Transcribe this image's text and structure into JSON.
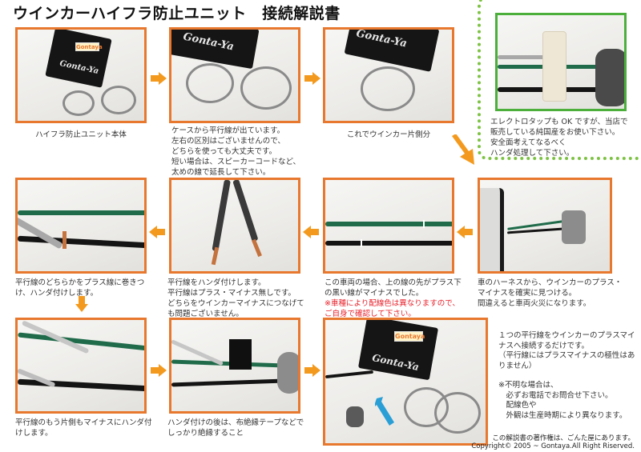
{
  "document": {
    "title": "ウインカーハイフラ防止ユニット　接続解説書",
    "accent_color": "#e8782e",
    "arrow_color": "#f39a1e",
    "tip_border_color": "#7cc242",
    "warning_color": "#e8202a"
  },
  "steps": [
    {
      "id": 1,
      "image": "unit-with-cable-coils",
      "caption_lines": [
        "ハイフラ防止ユニット本体"
      ]
    },
    {
      "id": 2,
      "image": "unit-two-cable-coils",
      "caption_lines": [
        "ケースから平行線が出ています。",
        "左右の区別はございませんので、",
        "どちらを使っても大丈夫です。",
        "短い場合は、スピーカーコードなど、",
        "太めの線で延長して下さい。"
      ]
    },
    {
      "id": 3,
      "image": "single-cable-coil",
      "caption_lines": [
        "これでウインカー片側分"
      ]
    },
    {
      "id": 4,
      "image": "vehicle-harness-socket",
      "caption_lines": [
        "車のハーネスから、ウインカーのプラス・",
        "マイナスを確実に見つける。",
        "間違えると車両火災になります。"
      ]
    },
    {
      "id": 5,
      "image": "green-black-wires-stripped",
      "caption_lines": [
        "この車両の場合、上の線の先がプラス下",
        "の黒い線がマイナスでした。"
      ],
      "warning_lines": [
        "※車種により配線色は異なりますので、",
        "ご自身で確認して下さい。"
      ]
    },
    {
      "id": 6,
      "image": "parallel-wire-split",
      "caption_lines": [
        "平行線をハンダ付けします。",
        "平行線はプラス・マイナス無しです。",
        "どちらをウインカーマイナスにつなげて",
        "も問題ございません。"
      ]
    },
    {
      "id": 7,
      "image": "wire-wrapped-on-plus",
      "caption_lines": [
        "平行線のどちらかをプラス線に巻きつ",
        "け、ハンダ付けします。"
      ]
    },
    {
      "id": 8,
      "image": "both-wires-soldered",
      "caption_lines": [
        "平行線のもう片側もマイナスにハンダ付",
        "けします。"
      ]
    },
    {
      "id": 9,
      "image": "tape-insulated",
      "caption_lines": [
        "ハンダ付けの後は、布絶縁テープなどで",
        "しっかり絶縁すること"
      ]
    },
    {
      "id": 10,
      "image": "completed-connection",
      "caption_lines": []
    }
  ],
  "tip": {
    "image": "electro-tap-connector",
    "lines": [
      "エレクトロタップも OK ですが、当店で",
      "販売している純国産をお使い下さい。",
      "安全面考えてなるべく",
      "ハンダ処理して下さい。"
    ]
  },
  "summary": {
    "lines": [
      "１つの平行線をウインカーのプラスマイ",
      "ナスへ接続するだけです。",
      "（平行線にはプラスマイナスの極性はあ",
      "りません）",
      "",
      "※不明な場合は、",
      "　必ずお電話でお問合せ下さい。",
      "　配線色や",
      "　外観は生産時期により異なります。"
    ]
  },
  "brand": {
    "product_label": "Gonta-Ya",
    "sticker_label": "Gontaya"
  },
  "footer": {
    "copyright_notice": "この解説書の著作権は、ごんた屋にあります。",
    "copyright_line": "Copyright©  2005 ~ Gontaya.All Right Riserved."
  }
}
